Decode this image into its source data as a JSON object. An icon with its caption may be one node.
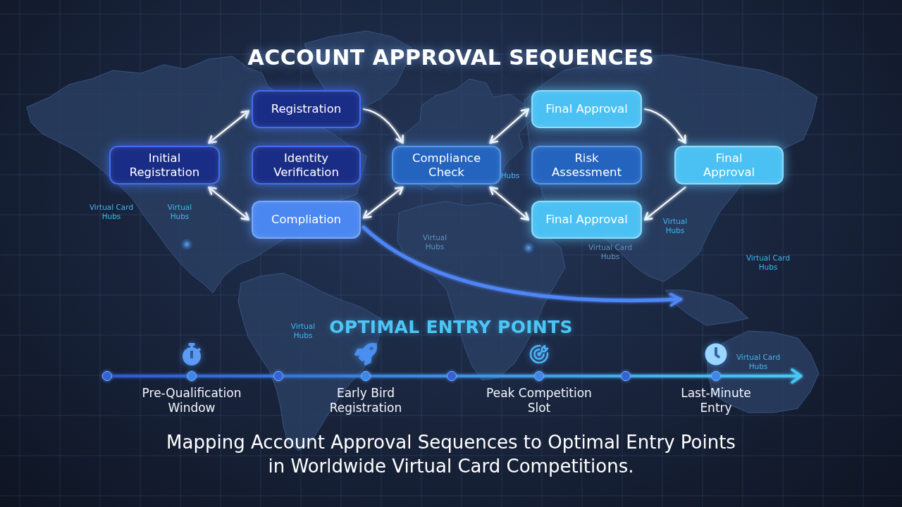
{
  "diagram": {
    "title": "ACCOUNT APPROVAL SEQUENCES",
    "nodes": [
      {
        "text": [
          "Initial Registration"
        ]
      },
      {
        "text": [
          "Registration"
        ]
      },
      {
        "text": [
          "Identity Verification"
        ]
      },
      {
        "text": [
          "Compliation"
        ]
      },
      {
        "text": [
          "Compliance Check"
        ]
      },
      {
        "text": [
          "Final Approval"
        ]
      },
      {
        "text": [
          "Risk Assessment"
        ]
      },
      {
        "text": [
          "Final Approval"
        ]
      },
      {
        "text": [
          "Final Approval"
        ]
      }
    ],
    "edges": [
      {
        "from": 0,
        "to": 1,
        "arrow": "both"
      },
      {
        "from": 0,
        "to": 2,
        "arrow": "to"
      },
      {
        "from": 0,
        "to": 3,
        "arrow": "both"
      },
      {
        "from": 1,
        "to": 4,
        "arrow": "to"
      },
      {
        "from": 2,
        "to": 4,
        "arrow": "to"
      },
      {
        "from": 3,
        "to": 4,
        "arrow": "both"
      },
      {
        "from": 4,
        "to": 5,
        "arrow": "both"
      },
      {
        "from": 4,
        "to": 6,
        "arrow": "to"
      },
      {
        "from": 4,
        "to": 7,
        "arrow": "both"
      },
      {
        "from": 5,
        "to": 8,
        "arrow": "to"
      },
      {
        "from": 6,
        "to": 8,
        "arrow": "to"
      },
      {
        "from": 8,
        "to": 7,
        "arrow": "to"
      },
      {
        "from": 3,
        "to": null,
        "arrow": "to",
        "style": "thick",
        "color": "#4f86f7"
      }
    ],
    "labels": [
      "Hubs",
      "Virtual Card Hubs",
      "Virtual Hubs",
      "Virtual Hubs",
      "Virtual Hubs",
      "Virtual Card Hubs",
      "Virtual Card Hubs",
      "Virtual Hubs",
      "OPTIMAL ENTRY POINTS",
      "Virtual Card Hubs",
      "Pre-Qualification Window",
      "Early Bird Registration",
      "Peak Competition Slot",
      "Last-Minute Entry"
    ],
    "caption": "Mapping Account Approval Sequences to Optimal Entry Points in Worldwide Virtual Card Competitions."
  }
}
